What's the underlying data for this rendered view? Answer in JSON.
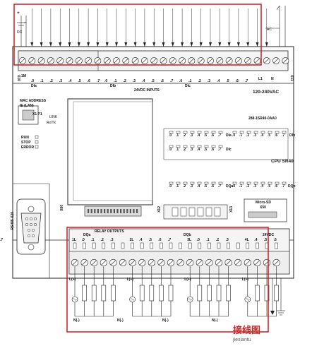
{
  "power": {
    "plus": "+",
    "minus": "−",
    "dc_label": "DC",
    "ac_label": "AC",
    "supply_label": "120-240VAC",
    "terminals_L": "L1",
    "terminals_N": "N"
  },
  "top_terminal": {
    "left_tag": "X10",
    "right_tag": "X11",
    "common": "1M",
    "group_a_tags": [
      ".0",
      ".1",
      ".2",
      ".3",
      ".4",
      ".5",
      ".6",
      ".7"
    ],
    "group_b_tags": [
      ".0",
      ".1",
      ".2",
      ".3",
      ".4",
      ".5",
      ".6",
      ".7"
    ],
    "group_c_tags": [
      ".0",
      ".1",
      ".2",
      ".3",
      ".4",
      ".5",
      ".6",
      ".7"
    ],
    "dia_label": "DIa",
    "dib_label": "DIb",
    "dic_label": "DIc",
    "inputs_label": "24VDC INPUTS"
  },
  "left_panel": {
    "mac_label": "MAC ADDRESS",
    "port_label": "IE (LAN)",
    "x1_label": "X1 P1",
    "link_label": "LINK",
    "rxtx_label": "Rx/Tx",
    "run_label": "RUN",
    "stop_label": "STOP",
    "error_label": "ERROR",
    "rs485_label": "RS485 X20"
  },
  "model": {
    "badge": "",
    "order_no": "288-1SR40-0AA0",
    "cpu_name": "CPU SR40",
    "microsd": "Micro-SD",
    "x50": "X50",
    "x12": "X12",
    "x13": "X13",
    "x80": "X80"
  },
  "led_rows": {
    "row1_tags": [
      ".0",
      ".1",
      ".2",
      ".3",
      ".4",
      ".5",
      ".6",
      ".7"
    ],
    "row1_suffix": "DIa",
    "row2_tags": [
      ".0",
      ".1",
      ".2",
      ".3",
      ".4",
      ".5",
      ".6",
      ".7"
    ],
    "row2_suffix": "DIb",
    "row3_tags": [
      ".0",
      ".1",
      ".2",
      ".3",
      ".4",
      ".5",
      ".6",
      ".7"
    ],
    "row3_suffix": "DIc",
    "dq_row1_tags": [
      ".0",
      ".1",
      ".2",
      ".3",
      ".4",
      ".5",
      ".6",
      ".7"
    ],
    "dq_row1_suffix": "DQa",
    "dq_row2_tags": [
      ".0",
      ".1",
      ".2",
      ".3",
      ".4",
      ".5",
      ".6",
      ".7"
    ],
    "dq_row2_suffix": "DQb"
  },
  "bottom_terminal": {
    "relay_label": "RELAY OUTPUTS",
    "dqa_label": "DQa",
    "dqb_label": "DQb",
    "left_tag": "X12",
    "right_tag": "X13",
    "group1": [
      "1L",
      ".0",
      ".1",
      ".2",
      ".3"
    ],
    "group2": [
      "2L",
      ".4",
      ".5",
      ".6",
      ".7"
    ],
    "group3": [
      "3L",
      ".0",
      ".1",
      ".2",
      ".3"
    ],
    "group4": [
      "4L",
      ".4",
      ".5",
      ".6",
      ".7"
    ],
    "l_plus": "L(+)",
    "n_minus": "N(-)",
    "vdc_label": "24VDC"
  },
  "watermark": {
    "cn": "接线图",
    "site": "jiexiantu"
  }
}
